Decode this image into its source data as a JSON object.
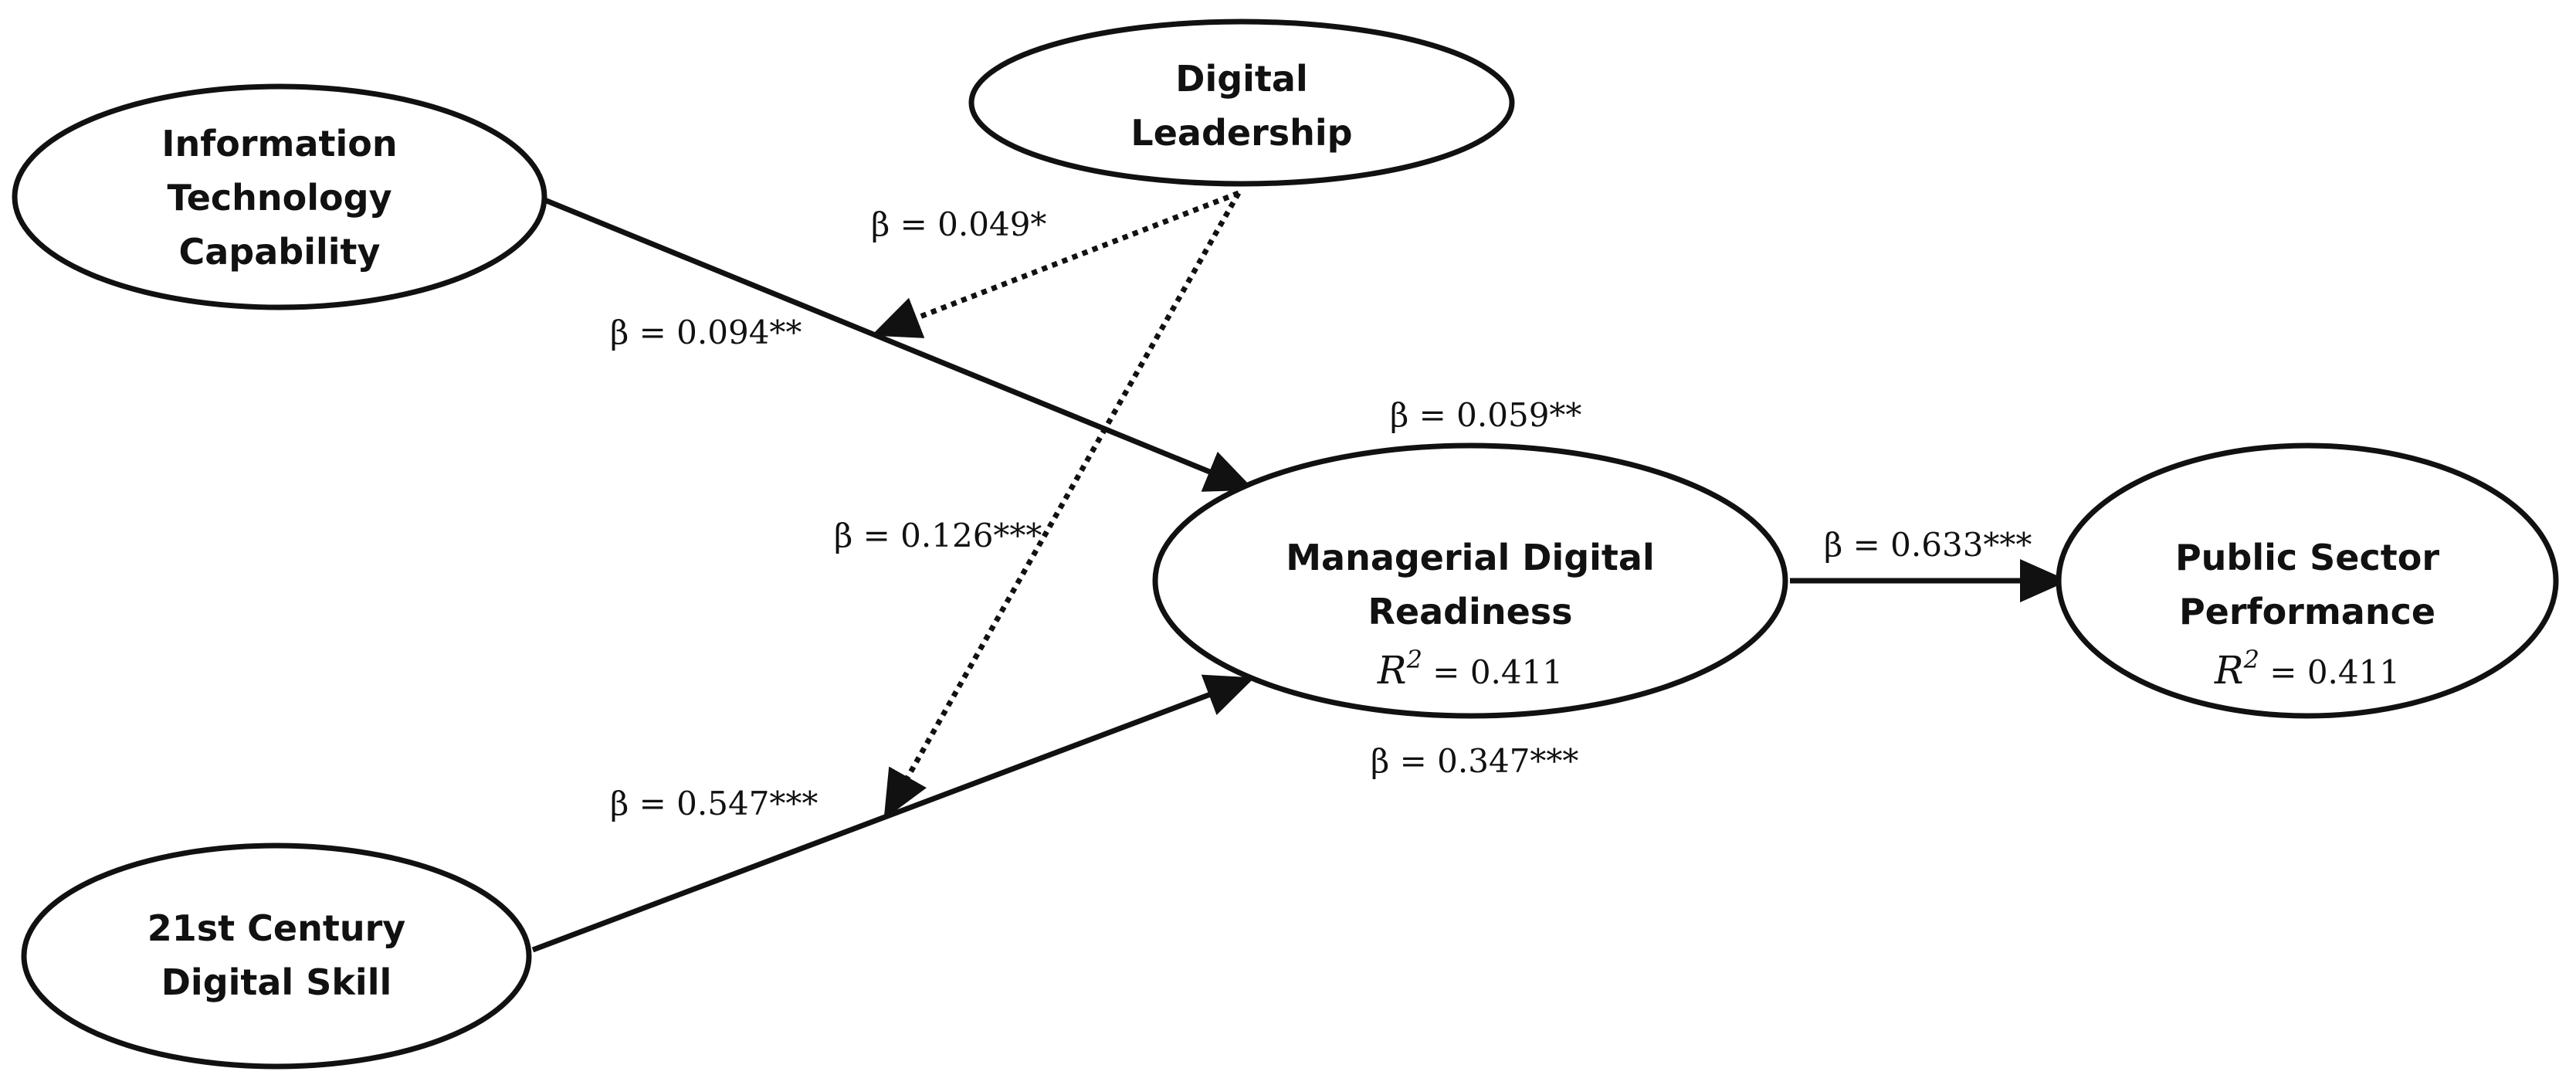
{
  "nodes": {
    "it_capability": {
      "lines": [
        "Information",
        "Technology",
        "Capability"
      ]
    },
    "digital_leadership": {
      "lines": [
        "Digital",
        "Leadership"
      ]
    },
    "digital_skill": {
      "lines": [
        "21st Century",
        "Digital Skill"
      ]
    },
    "managerial_readiness": {
      "lines": [
        "Managerial Digital",
        "Readiness"
      ],
      "r2_letter": "R",
      "r2_sup": "2",
      "r2_value": " = 0.411"
    },
    "public_performance": {
      "lines": [
        "Public Sector",
        "Performance"
      ],
      "r2_letter": "R",
      "r2_sup": "2",
      "r2_value": " = 0.411"
    }
  },
  "paths": {
    "it_to_readiness": {
      "label": "β = 0.094**",
      "style": "solid"
    },
    "skill_to_readiness": {
      "label": "β = 0.547***",
      "style": "solid"
    },
    "readiness_to_performance": {
      "label": "β = 0.633***",
      "style": "solid"
    },
    "leadership_mod_it": {
      "label": "β = 0.049*",
      "style": "dotted"
    },
    "leadership_mod_skill": {
      "label": "β = 0.126***",
      "style": "dotted"
    },
    "upper_effect": {
      "label": "β = 0.059**"
    },
    "lower_effect": {
      "label": "β = 0.347***"
    }
  }
}
